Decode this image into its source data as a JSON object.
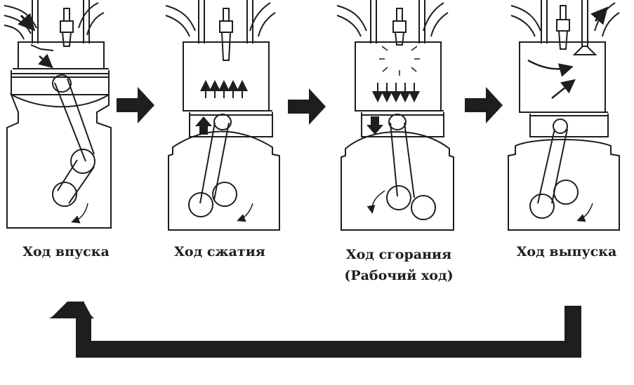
{
  "strokes": [
    {
      "lines": [
        "Ход впуска"
      ]
    },
    {
      "lines": [
        "Ход сжатия"
      ]
    },
    {
      "lines": [
        "Ход сгорания",
        "(Рабочий ход)"
      ]
    },
    {
      "lines": [
        "Ход выпуска"
      ]
    }
  ],
  "colors": {
    "ink": "#1e1e1e",
    "background": "#ffffff"
  }
}
